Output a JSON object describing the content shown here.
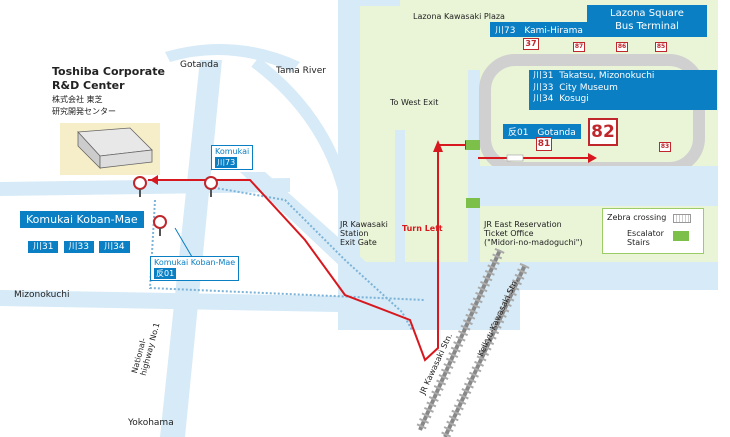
{
  "places": {
    "toshiba_title_1": "Toshiba Corporate",
    "toshiba_title_2": "R&D Center",
    "toshiba_jp_1": "株式会社 東芝",
    "toshiba_jp_2": "研究開発センター",
    "gotanda": "Gotanda",
    "tama_river": "Tama River",
    "mizonokuchi": "Mizonokuchi",
    "yokohama": "Yokohama",
    "national_highway_1": "National-",
    "national_highway_2": "highway No.1",
    "to_west_exit": "To West Exit",
    "lazona_plaza": "Lazona Kawasaki Plaza",
    "lazona_terminal_1": "Lazona Square",
    "lazona_terminal_2": "Bus Terminal",
    "jr_gate_1": "JR Kawasaki",
    "jr_gate_2": "Station",
    "jr_gate_3": "Exit Gate",
    "turn_left": "Turn Left",
    "jr_east_1": "JR East Reservation",
    "jr_east_2": "Ticket Office",
    "jr_east_3": "(\"Midori-no-madoguchi\")",
    "jr_kawasaki_stn_1": "JR Kawasaki",
    "jr_kawasaki_stn_2": "Stn.",
    "keikyu_1": "Keikyu-",
    "keikyu_2": "Kawasaki",
    "keikyu_3": "Stn."
  },
  "stops": {
    "komukai_koban_mae": "Komukai Koban-Mae",
    "komukai_koban_mae_routes": [
      "川31",
      "川33",
      "川34"
    ],
    "komukai": "Komukai",
    "komukai_route": "川73",
    "komukai_koban_mae_callout": "Komukai Koban-Mae",
    "komukai_koban_mae_callout_route": "反01"
  },
  "terminal": {
    "kami_hirama_route": "川73",
    "kami_hirama_name": "Kami-Hirama",
    "kami_hirama_stop": "37",
    "routes_82": [
      {
        "code": "川31",
        "name": "Takatsu, Mizonokuchi"
      },
      {
        "code": "川33",
        "name": "City Museum"
      },
      {
        "code": "川34",
        "name": "Kosugi"
      }
    ],
    "gotanda_route": "反01",
    "gotanda_name": "Gotanda",
    "gotanda_stop": "81",
    "big_stop": "82",
    "other_stops": [
      "87",
      "86",
      "85",
      "83"
    ]
  },
  "legend": {
    "zebra": "Zebra crossing",
    "escalator_1": "Escalator",
    "escalator_2": "Stairs"
  },
  "colors": {
    "road": "#d6eaf7",
    "route_red": "#d7191f",
    "accent_blue": "#0a7fc4",
    "station_area": "#eaf5d8"
  }
}
